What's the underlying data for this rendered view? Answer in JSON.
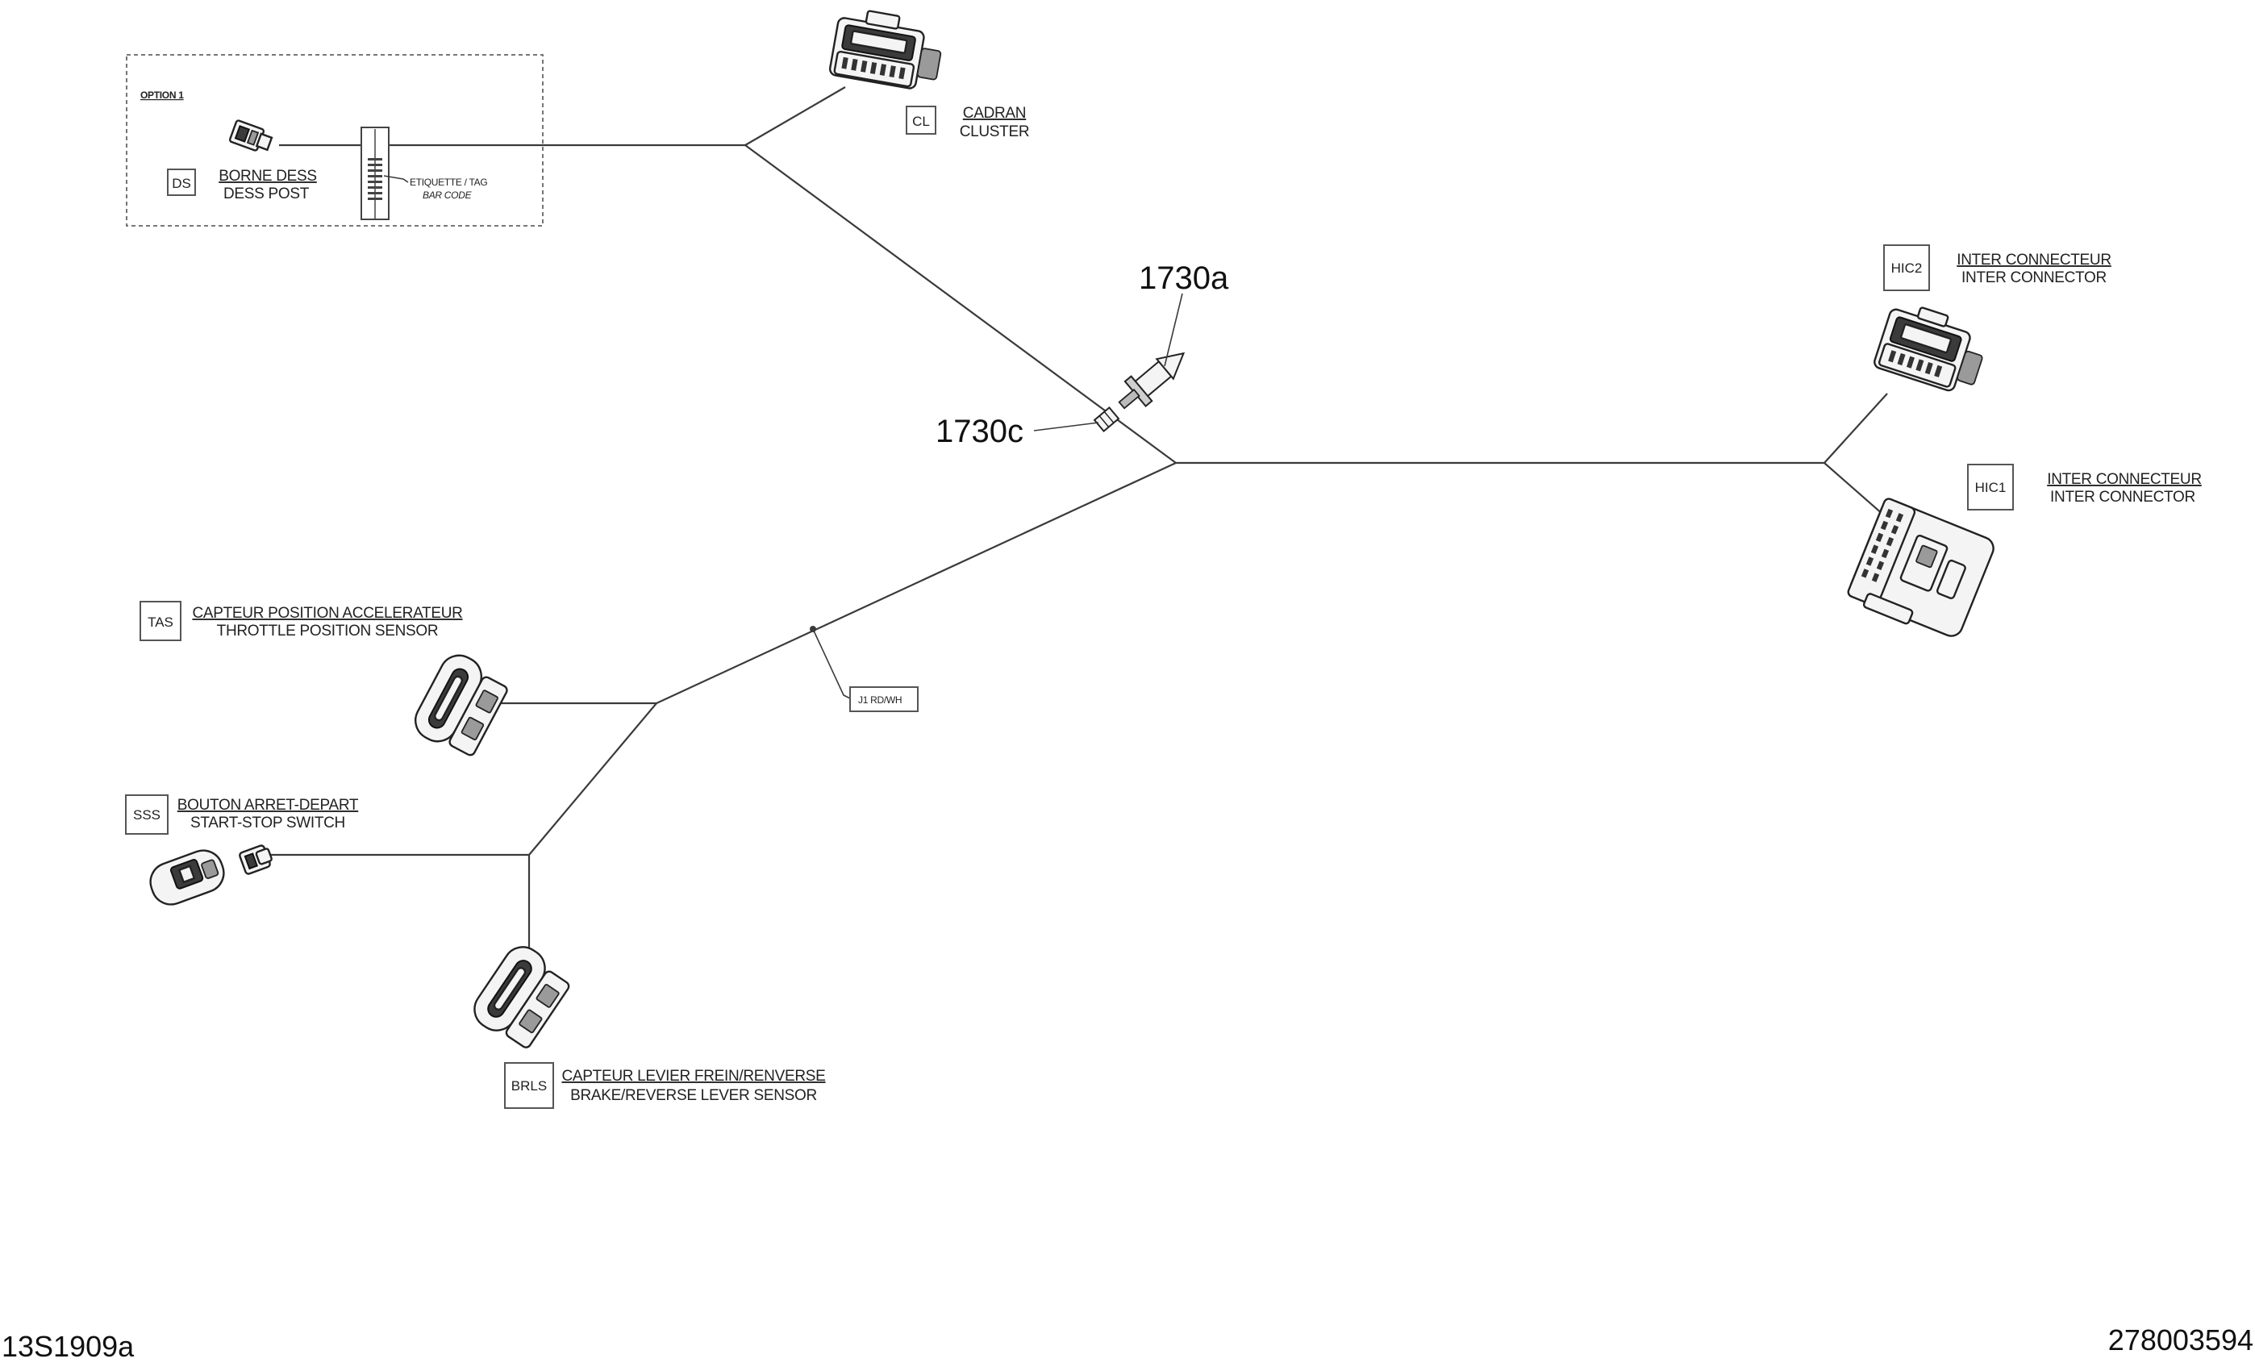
{
  "option_group": {
    "title": "OPTION 1"
  },
  "connectors": {
    "ds": {
      "code": "DS",
      "fr": "BORNE DESS",
      "en": "DESS POST"
    },
    "cl": {
      "code": "CL",
      "fr": "CADRAN",
      "en": "CLUSTER"
    },
    "hic2": {
      "code": "HIC2",
      "fr": "INTER CONNECTEUR",
      "en": "INTER CONNECTOR"
    },
    "hic1": {
      "code": "HIC1",
      "fr": "INTER CONNECTEUR",
      "en": "INTER CONNECTOR"
    },
    "tas": {
      "code": "TAS",
      "fr": "CAPTEUR POSITION ACCELERATEUR",
      "en": "THROTTLE POSITION SENSOR"
    },
    "sss": {
      "code": "SSS",
      "fr": "BOUTON ARRET-DEPART",
      "en": "START-STOP SWITCH"
    },
    "brls": {
      "code": "BRLS",
      "fr": "CAPTEUR LEVIER FREIN/RENVERSE",
      "en": "BRAKE/REVERSE LEVER SENSOR"
    }
  },
  "barcode_tag": {
    "line1": "ETIQUETTE / TAG",
    "line2": "BAR CODE"
  },
  "splice": {
    "label": "J1 RD/WH"
  },
  "callouts": {
    "a": "1730a",
    "c": "1730c"
  },
  "footer": {
    "left_ref": "13S1909a",
    "right_ref": "278003594"
  }
}
